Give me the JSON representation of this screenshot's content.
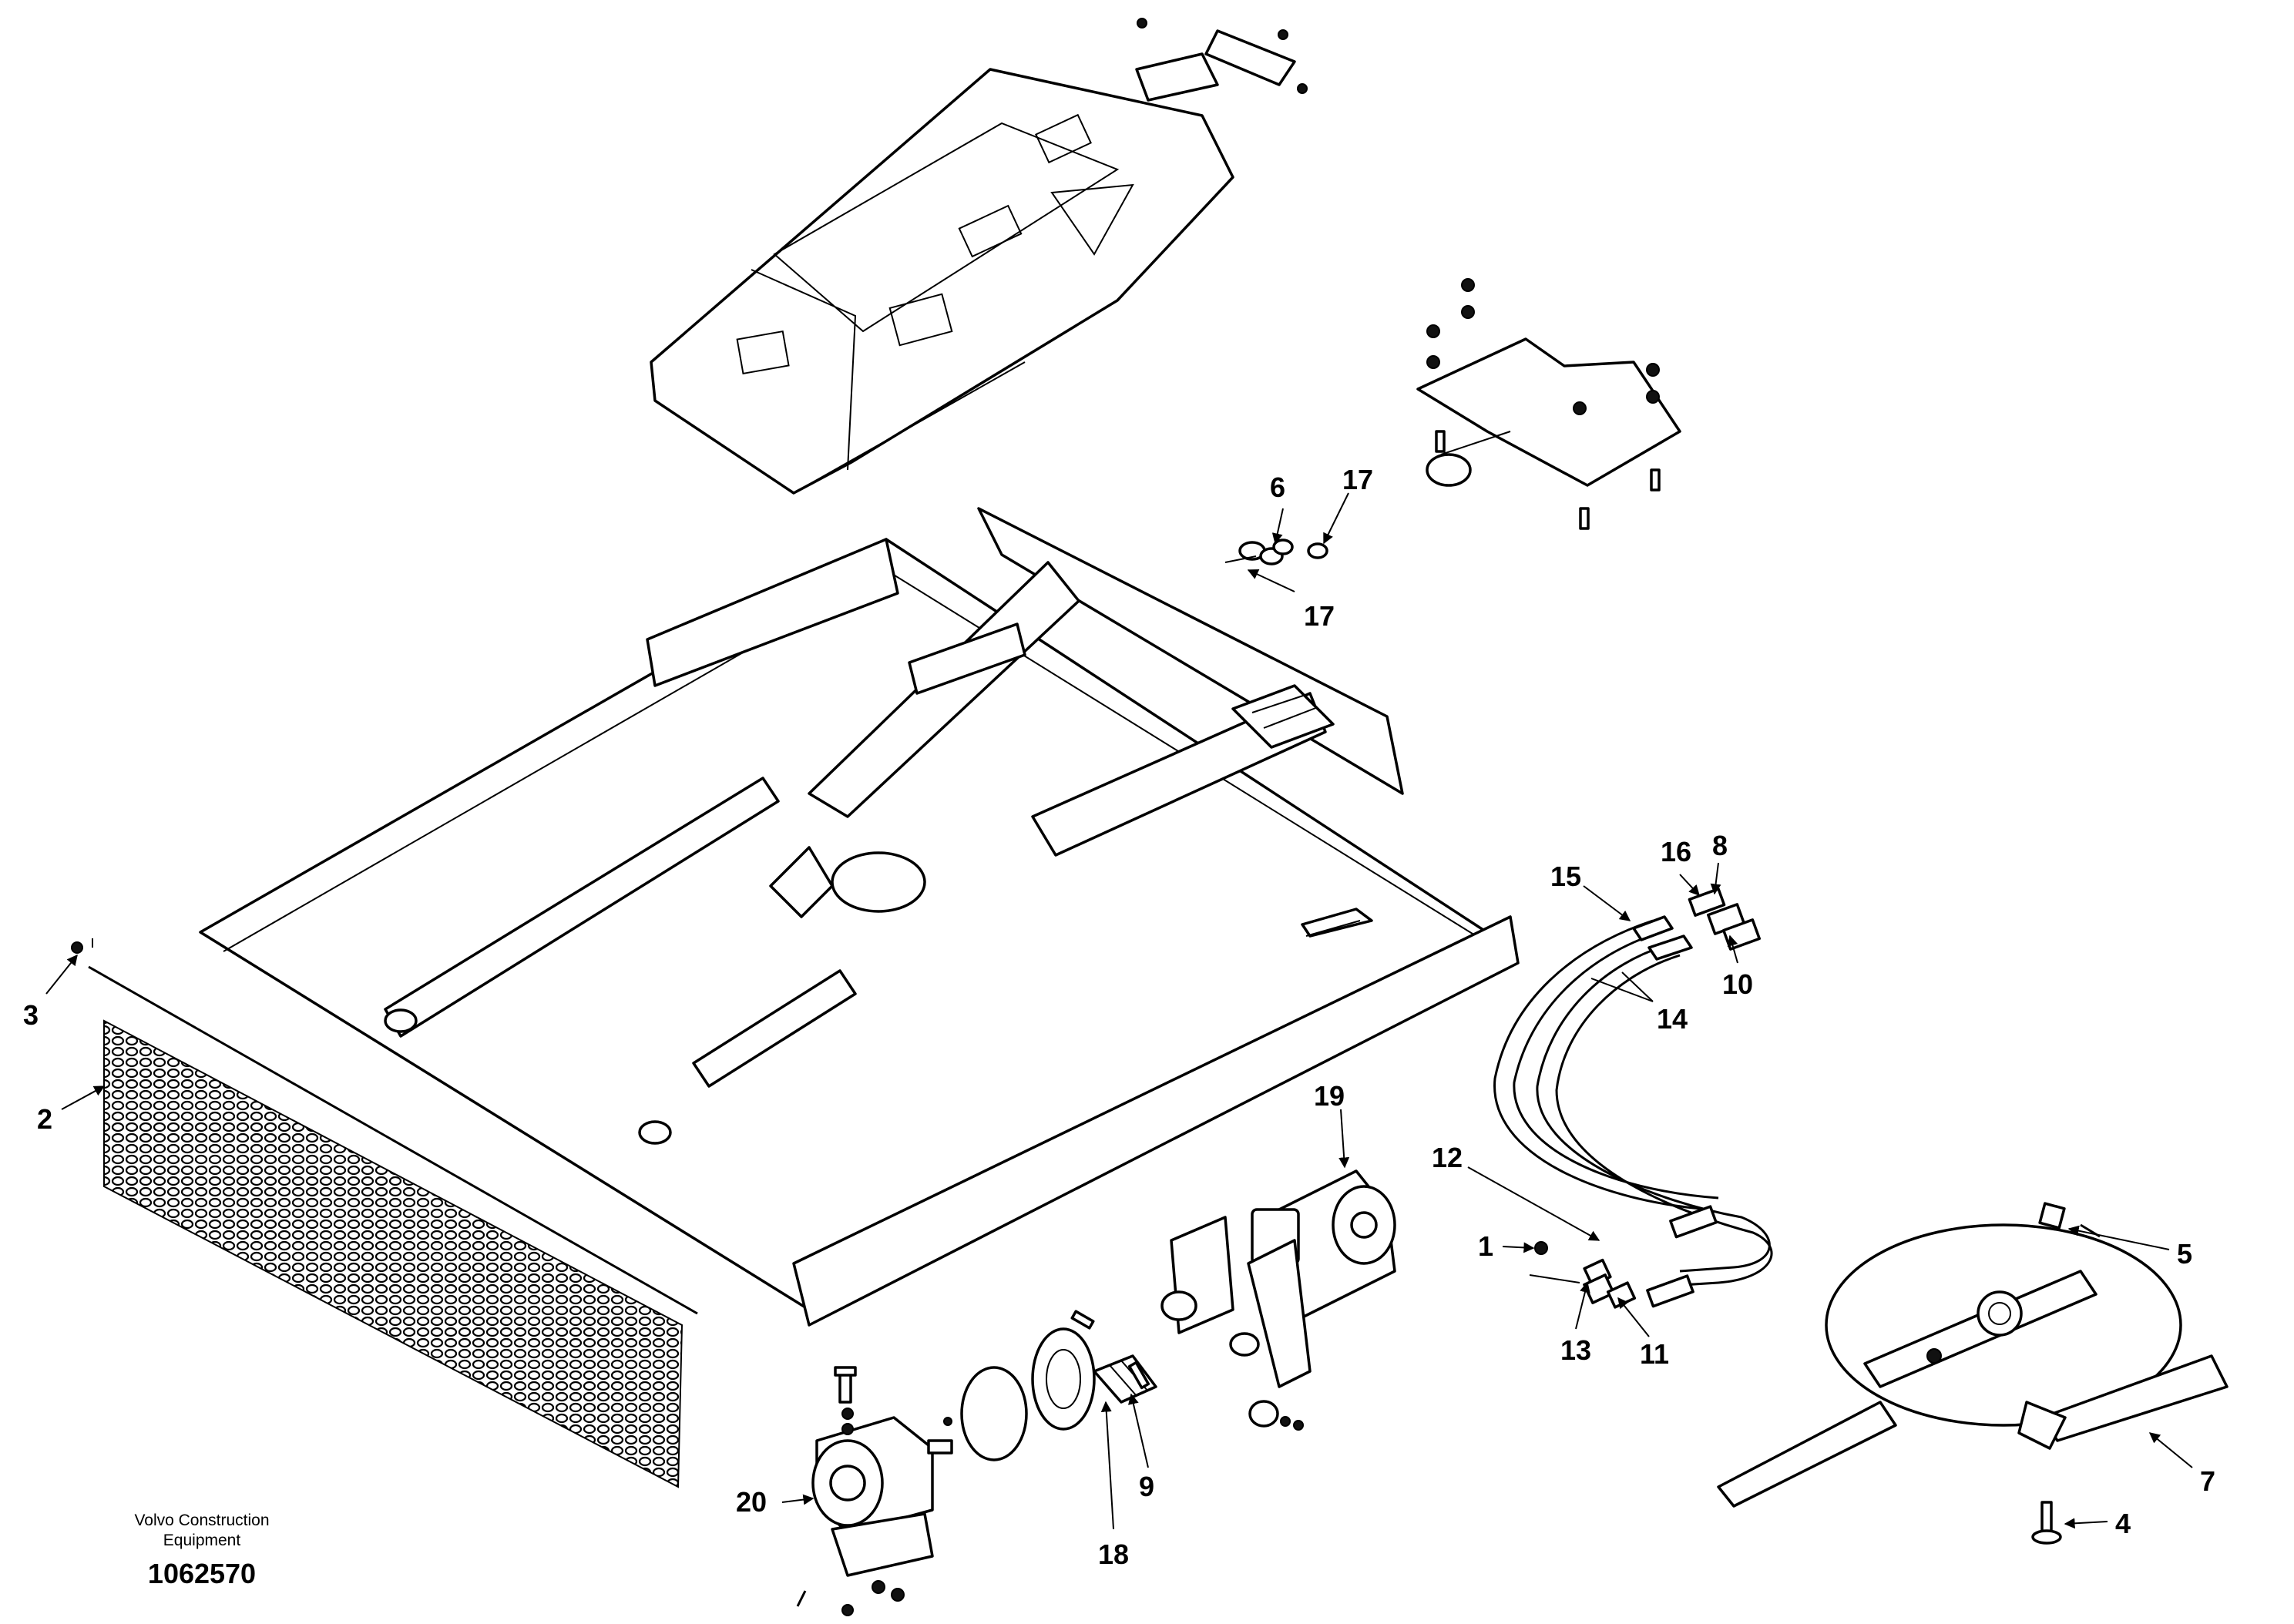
{
  "figure": {
    "caption_line1": "Volvo Construction",
    "caption_line2": "Equipment",
    "document_number": "1062570"
  },
  "callouts": [
    {
      "id": "c1",
      "label": "1"
    },
    {
      "id": "c2",
      "label": "2"
    },
    {
      "id": "c3",
      "label": "3"
    },
    {
      "id": "c4",
      "label": "4"
    },
    {
      "id": "c5",
      "label": "5"
    },
    {
      "id": "c6",
      "label": "6"
    },
    {
      "id": "c7",
      "label": "7"
    },
    {
      "id": "c8",
      "label": "8"
    },
    {
      "id": "c9",
      "label": "9"
    },
    {
      "id": "c10",
      "label": "10"
    },
    {
      "id": "c11",
      "label": "11"
    },
    {
      "id": "c12",
      "label": "12"
    },
    {
      "id": "c13",
      "label": "13"
    },
    {
      "id": "c14",
      "label": "14"
    },
    {
      "id": "c15",
      "label": "15"
    },
    {
      "id": "c16",
      "label": "16"
    },
    {
      "id": "c17a",
      "label": "17"
    },
    {
      "id": "c17b",
      "label": "17"
    },
    {
      "id": "c18",
      "label": "18"
    },
    {
      "id": "c19",
      "label": "19"
    },
    {
      "id": "c20",
      "label": "20"
    }
  ]
}
